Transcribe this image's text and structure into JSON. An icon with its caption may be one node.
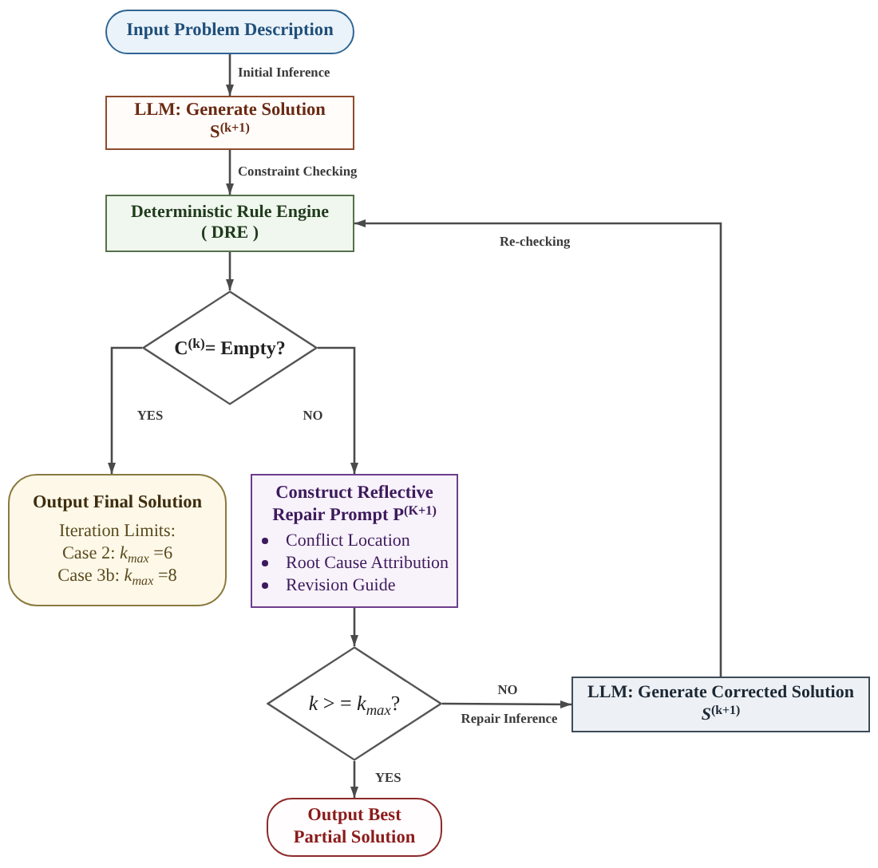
{
  "diagram": {
    "nodes": [
      {
        "text": [
          "Input Problem Description"
        ]
      },
      {
        "text": [
          "LLM: Generate Solution S$^{(k+1)}$"
        ]
      },
      {
        "text": [
          "Deterministic Rule Engine ( DRE )"
        ]
      },
      {
        "text": [
          "C$^{(k)}$= Empty?"
        ]
      },
      {
        "text": [
          "Output Final Solution",
          "Iteration Limits:",
          "Case 2: *k*$_{max}$ =6",
          "Case 3b: *k*$_{max}$ =8"
        ]
      },
      {
        "text": [
          "Construct Reflective Repair Prompt P$^{(K+1)}$",
          "Conflict Location",
          "Root Cause Attribution",
          "Revision Guide"
        ]
      },
      {
        "text": [
          "*k* > = *k*$_{max}$?"
        ]
      },
      {
        "text": [
          "LLM: Generate Corrected Solution *S*$^{(k+1)}$"
        ]
      },
      {
        "text": [
          "Output Best Partial Solution"
        ]
      }
    ],
    "edges": [
      {
        "from": 0,
        "to": 1,
        "arrow": "to",
        "label": "Initial Inference"
      },
      {
        "from": 1,
        "to": 2,
        "arrow": "to",
        "label": "Constraint Checking"
      },
      {
        "from": 2,
        "to": 3,
        "arrow": "to"
      },
      {
        "from": 3,
        "to": 4,
        "arrow": "to",
        "label": "YES"
      },
      {
        "from": 3,
        "to": 5,
        "arrow": "to",
        "label": "NO"
      },
      {
        "from": 5,
        "to": 6,
        "arrow": "to"
      },
      {
        "from": 6,
        "to": 7,
        "arrow": "to",
        "label": "NO"
      },
      {
        "from": 7,
        "to": 2,
        "arrow": "to",
        "label": "Re-checking"
      },
      {
        "from": 6,
        "to": 8,
        "arrow": "to",
        "label": "YES"
      }
    ],
    "labels": [
      "Repair Inference"
    ]
  }
}
